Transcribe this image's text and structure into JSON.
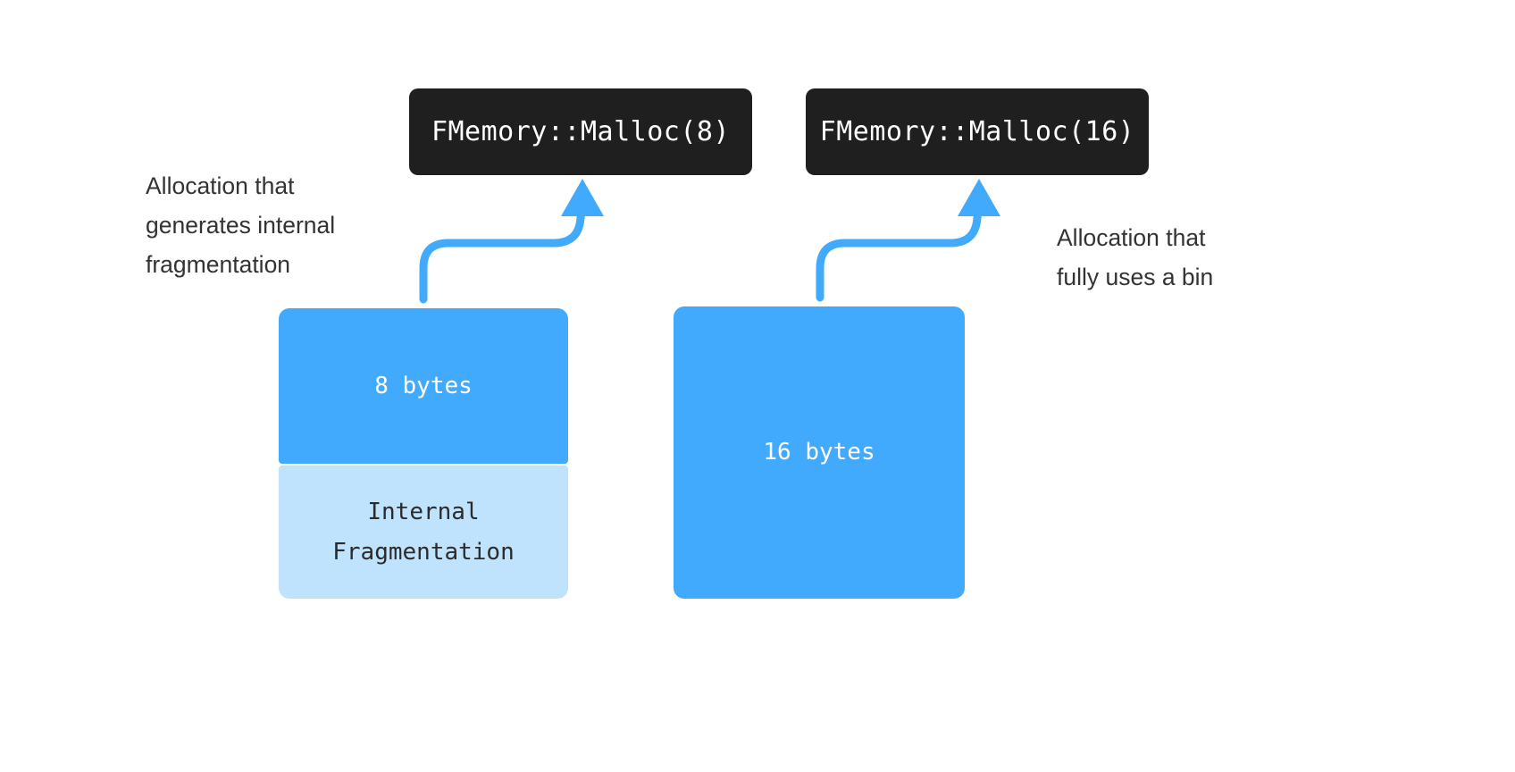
{
  "diagram": {
    "title": "Internal fragmentation in binned allocation",
    "background_color": "#ffffff",
    "accent_blue": "#42aafd",
    "light_blue": "#bfe3fd",
    "chip_dark": "#1f1f1f",
    "text_dark": "#333333"
  },
  "code_chips": {
    "malloc_8": "FMemory::Malloc(8)",
    "malloc_16": "FMemory::Malloc(16)"
  },
  "annotations": {
    "left": "Allocation that\ngenerates internal\nfragmentation",
    "right": "Allocation that\nfully uses a bin"
  },
  "blocks": {
    "bytes_8": "8 bytes",
    "internal_fragmentation": "Internal\nFragmentation",
    "bytes_16": "16 bytes"
  },
  "arrows": {
    "left_arrow_label": "arrow from 8 byte bin to Malloc(8) call",
    "right_arrow_label": "arrow from 16 byte bin to Malloc(16) call"
  }
}
